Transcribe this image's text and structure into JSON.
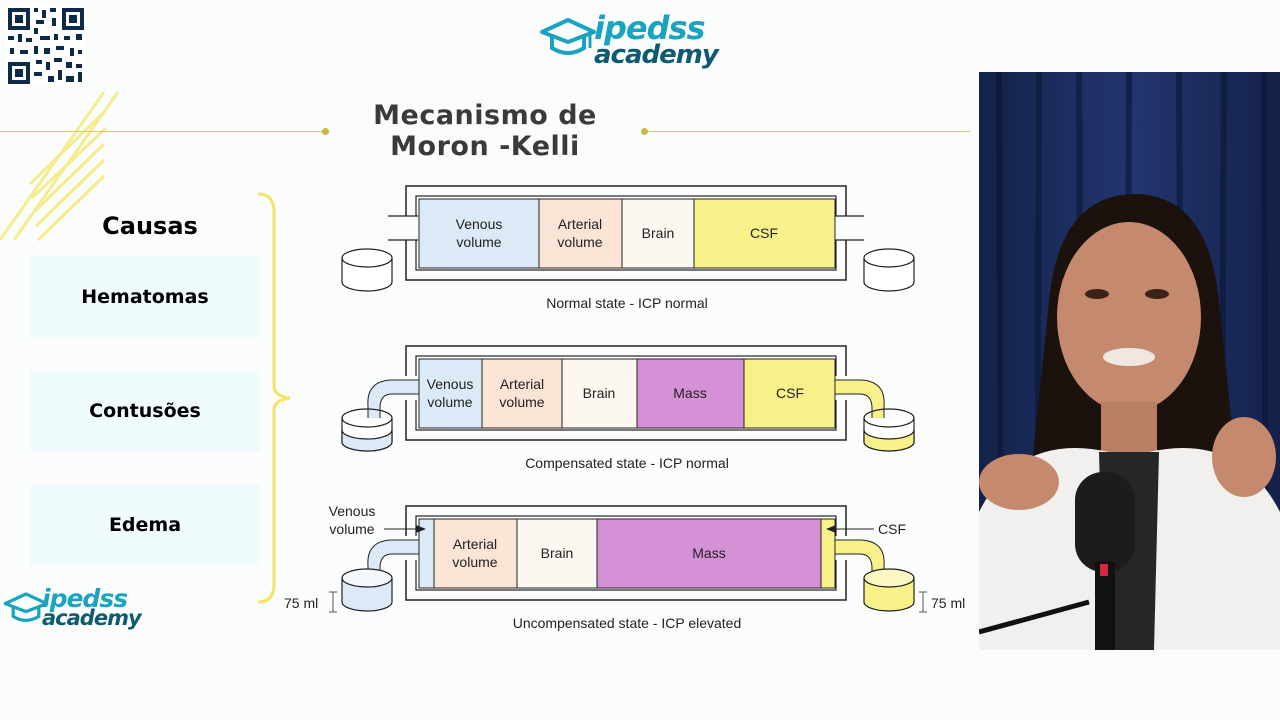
{
  "brand": {
    "name_line1": "ipedss",
    "name_line2": "academy"
  },
  "slide": {
    "title_line1": "Mecanismo de",
    "title_line2": "Moron -Kelli"
  },
  "causes": {
    "title": "Causas",
    "items": [
      "Hematomas",
      "Contusões",
      "Edema"
    ]
  },
  "diagram": {
    "states": [
      {
        "caption": "Normal state - ICP normal",
        "compartments": [
          "Venous volume",
          "Arterial volume",
          "Brain",
          "CSF"
        ]
      },
      {
        "caption": "Compensated state - ICP normal",
        "compartments": [
          "Venous volume",
          "Arterial volume",
          "Brain",
          "Mass",
          "CSF"
        ]
      },
      {
        "caption": "Uncompensated state - ICP elevated",
        "compartments": [
          "Arterial volume",
          "Brain",
          "Mass"
        ],
        "callouts": {
          "venous": "Venous volume",
          "csf": "CSF",
          "left_measure": "75 ml",
          "right_measure": "75 ml"
        }
      }
    ],
    "colors": {
      "venous": "#dce9f6",
      "arterial": "#fbe3d6",
      "brain": "#fdf7f1",
      "csf": "#f8f18a",
      "mass": "#d491d6"
    }
  },
  "icons": {
    "qr": "qr-code-icon",
    "cap": "graduation-cap-icon",
    "presenter": "presenter-video-feed"
  }
}
